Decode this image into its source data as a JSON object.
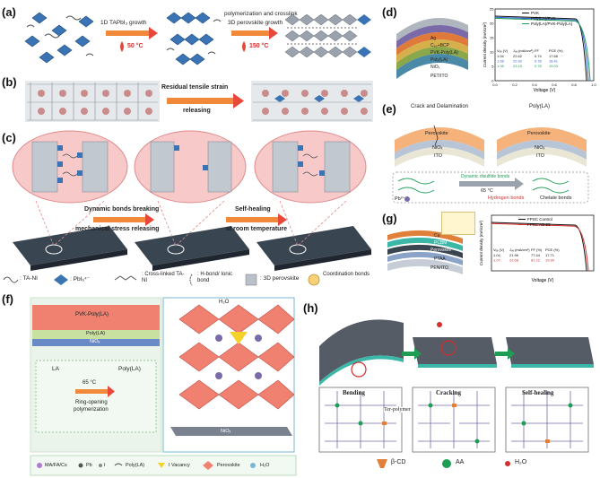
{
  "panels": {
    "a": {
      "label": "(a)",
      "step1_text": "1D TAPbI₃ growth",
      "step1_temp": "50 °C",
      "step2_line1": "polymerization and crosslink",
      "step2_line2": "3D perovskite growth",
      "step2_temp": "150 °C"
    },
    "b": {
      "label": "(b)",
      "arrow_line1": "Residual tensile strain",
      "arrow_line2": "releasing"
    },
    "c": {
      "label": "(c)",
      "arrow1_line1": "Dynamic bonds breaking",
      "arrow1_line2": "mechanical stress releasing",
      "arrow2_line1": "Self-healing",
      "arrow2_line2": "at room temperature",
      "legend": [
        {
          "key": ": TA-NI"
        },
        {
          "key": ": PbI₆⁴⁻"
        },
        {
          "key": ": Cross-linked TA-NI"
        },
        {
          "key": ": H-bond/ Ionic bond"
        },
        {
          "key": ": 3D perovskite"
        },
        {
          "key": "Coordination bonds"
        }
      ]
    },
    "d": {
      "label": "(d)",
      "stack_layers": [
        "Ag",
        "C₆₀+BCP",
        "PVK-Poly(LA)",
        "Poly(LA)",
        "NiOₓ",
        "PET/ITO"
      ],
      "ylabel": "Current density (mA/cm²)",
      "xlabel": "Voltage (V)",
      "legend": [
        "PVK",
        "Poly(LA)/PVK",
        "Poly(LA)/PVK-Poly(LA)"
      ],
      "table_header": [
        "Vₒₑ (V)",
        "Jₛₑ (mA/cm²)",
        "FF",
        "PCE (%)"
      ],
      "table_rows": [
        [
          "1.04",
          "22.62",
          "0.74",
          "17.66"
        ],
        [
          "1.08",
          "22.92",
          "0.78",
          "18.41"
        ],
        [
          "1.08",
          "23.19",
          "0.78",
          "19.03"
        ]
      ],
      "xticks": [
        "0.0",
        "0.2",
        "0.4",
        "0.6",
        "0.8",
        "1.0"
      ],
      "yticks": [
        "0",
        "5",
        "10",
        "15",
        "20",
        "25"
      ]
    },
    "e": {
      "label": "(e)",
      "left_title": "Crack and Delamination",
      "right_title": "Poly(LA)",
      "layers": [
        "Perovskite",
        "NiOₓ",
        "ITO"
      ],
      "center_text": "Dynamic disulfide bonds",
      "temp": "65 °C",
      "hbond": "Hydrogen bonds",
      "chelate": "Chelate bonds",
      "pb": "Pb²⁺"
    },
    "f": {
      "label": "(f)",
      "stack_layers": [
        "PVK-Poly(LA)",
        "Poly(LA)",
        "NiOₓ"
      ],
      "la": "LA",
      "poly": "Poly(LA)",
      "temp": "65 °C",
      "reaction_line1": "Ring-opening",
      "reaction_line2": "polymerization",
      "h2o": "H₂O",
      "nio": "NiOₓ",
      "legend": [
        "MA/FA/Cs",
        "Pb",
        "I",
        "Poly(LA)",
        "I Vacancy",
        "Perovskite",
        "H₂O"
      ]
    },
    "g": {
      "label": "(g)",
      "stack_layers": [
        "Cu",
        "PCBM",
        "Perovskite",
        "PTAA",
        "PEN/ITO"
      ],
      "ylabel": "Current density (mA/cm²)",
      "xlabel": "Voltage (V)",
      "legend": [
        "FPSC Control",
        "FPSC AS-23"
      ],
      "table_header": [
        "Vₒₑ (V)",
        "Jₛₑ (mA/cm²)",
        "FF (%)",
        "PCE (%)"
      ],
      "table_rows": [
        [
          "1.04",
          "21.96",
          "77.44",
          "17.71"
        ],
        [
          "1.07",
          "22.68",
          "81.22",
          "19.90"
        ]
      ]
    },
    "h": {
      "label": "(h)",
      "stages": [
        "Bending",
        "Cracking",
        "Self-healing"
      ],
      "ter_polymer": "Ter-polymer",
      "legend": [
        "β-CD",
        "AA",
        "H₂O"
      ]
    }
  },
  "colors": {
    "arrow_orange": "#f08a3a",
    "arrow_red": "#e8483a",
    "octa_blue": "#3a74b4",
    "film_dark": "#3a4552",
    "pink_bg": "#f7c9c9",
    "pvk_orange": "#f5b27a",
    "line_green": "#1f9d55",
    "line_blue": "#2f5fd0",
    "line_black": "#111111",
    "line_red": "#d62d2d"
  }
}
